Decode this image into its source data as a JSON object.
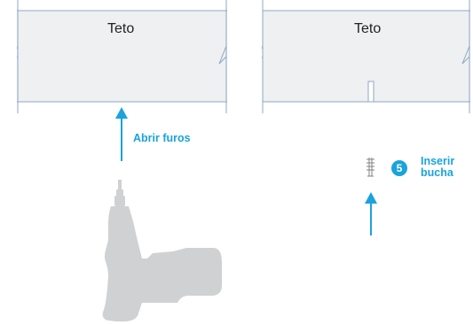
{
  "panels": [
    {
      "ceiling_label": "Teto",
      "step_label": "Abrir furos"
    },
    {
      "ceiling_label": "Teto",
      "step_number": "5",
      "step_label_line1": "Inserir",
      "step_label_line2": "bucha"
    }
  ],
  "colors": {
    "accent": "#1aa3dc",
    "ceiling_fill": "#eef0f1",
    "ceiling_edge": "#8fa9c4",
    "tool_gray": "#cfd1d3"
  },
  "icons": [
    "drill-icon",
    "wall-plug-icon",
    "arrow-up-icon"
  ]
}
